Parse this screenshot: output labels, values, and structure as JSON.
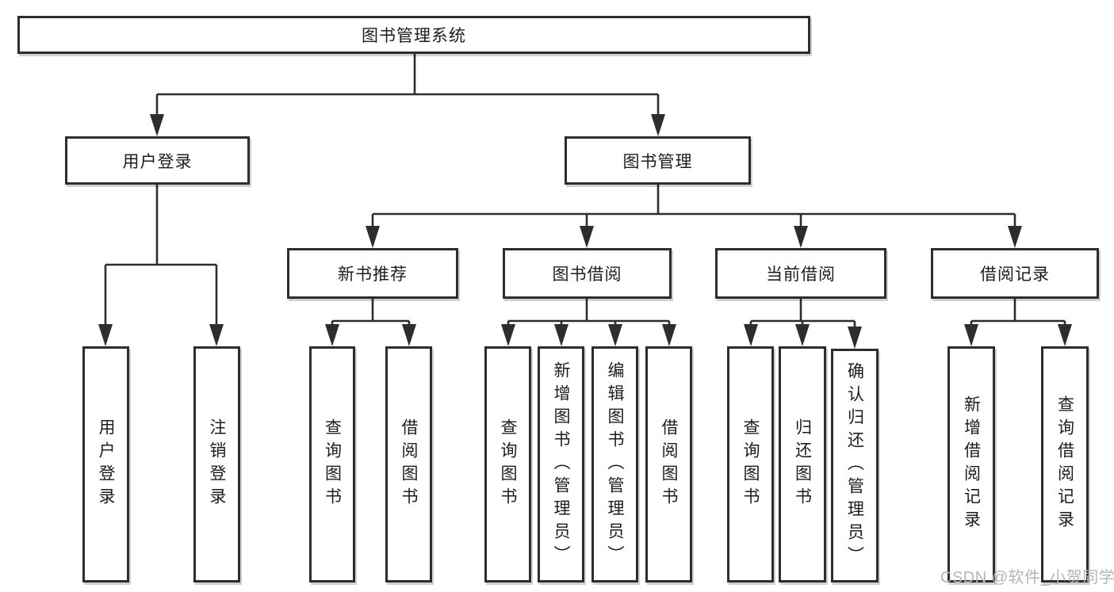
{
  "diagram_type": "hierarchy-tree",
  "colors": {
    "background": "#ffffff",
    "box_border": "#2d2d2d",
    "connector_line": "#2d2d2d",
    "label_text": "#1d1d1d",
    "watermark_text": "#b5b5b5"
  },
  "hierarchy": {
    "label": "图书管理系统",
    "children": [
      {
        "label": "用户登录",
        "children": [
          {
            "label": "用户登录"
          },
          {
            "label": "注销登录"
          }
        ]
      },
      {
        "label": "图书管理",
        "children": [
          {
            "label": "新书推荐",
            "children": [
              {
                "label": "查询图书"
              },
              {
                "label": "借阅图书"
              }
            ]
          },
          {
            "label": "图书借阅",
            "children": [
              {
                "label": "查询图书"
              },
              {
                "label": "新增图书（管理员）"
              },
              {
                "label": "编辑图书（管理员）"
              },
              {
                "label": "借阅图书"
              }
            ]
          },
          {
            "label": "当前借阅",
            "children": [
              {
                "label": "查询图书"
              },
              {
                "label": "归还图书"
              },
              {
                "label": "确认归还（管理员）"
              }
            ]
          },
          {
            "label": "借阅记录",
            "children": [
              {
                "label": "新增借阅记录"
              },
              {
                "label": "查询借阅记录"
              }
            ]
          }
        ]
      }
    ]
  },
  "watermark": {
    "text": "CSDN @软件_小贺同学"
  }
}
